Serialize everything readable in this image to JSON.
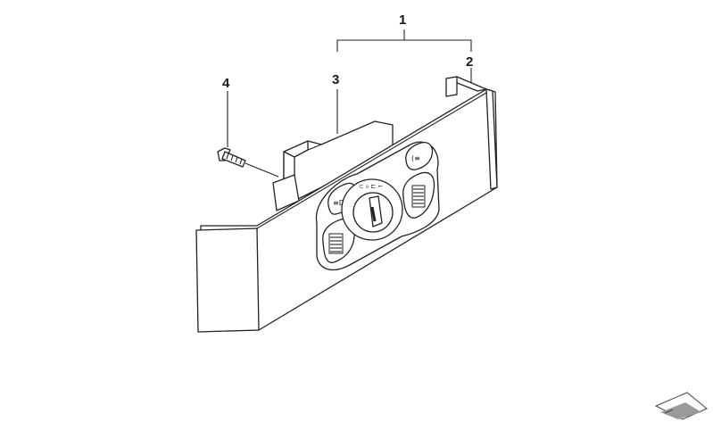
{
  "diagram": {
    "callouts": [
      {
        "id": "1",
        "label": "1"
      },
      {
        "id": "2",
        "label": "2"
      },
      {
        "id": "3",
        "label": "3"
      },
      {
        "id": "4",
        "label": "4"
      }
    ]
  },
  "colors": {
    "line": "#222222",
    "background": "#ffffff",
    "shading": "#9a9a9a"
  },
  "icons": [
    "headlight-switch-icon",
    "fog-light-icon",
    "rear-fog-icon",
    "dimmer-wheel-icon",
    "navigation-arrow-icon"
  ]
}
